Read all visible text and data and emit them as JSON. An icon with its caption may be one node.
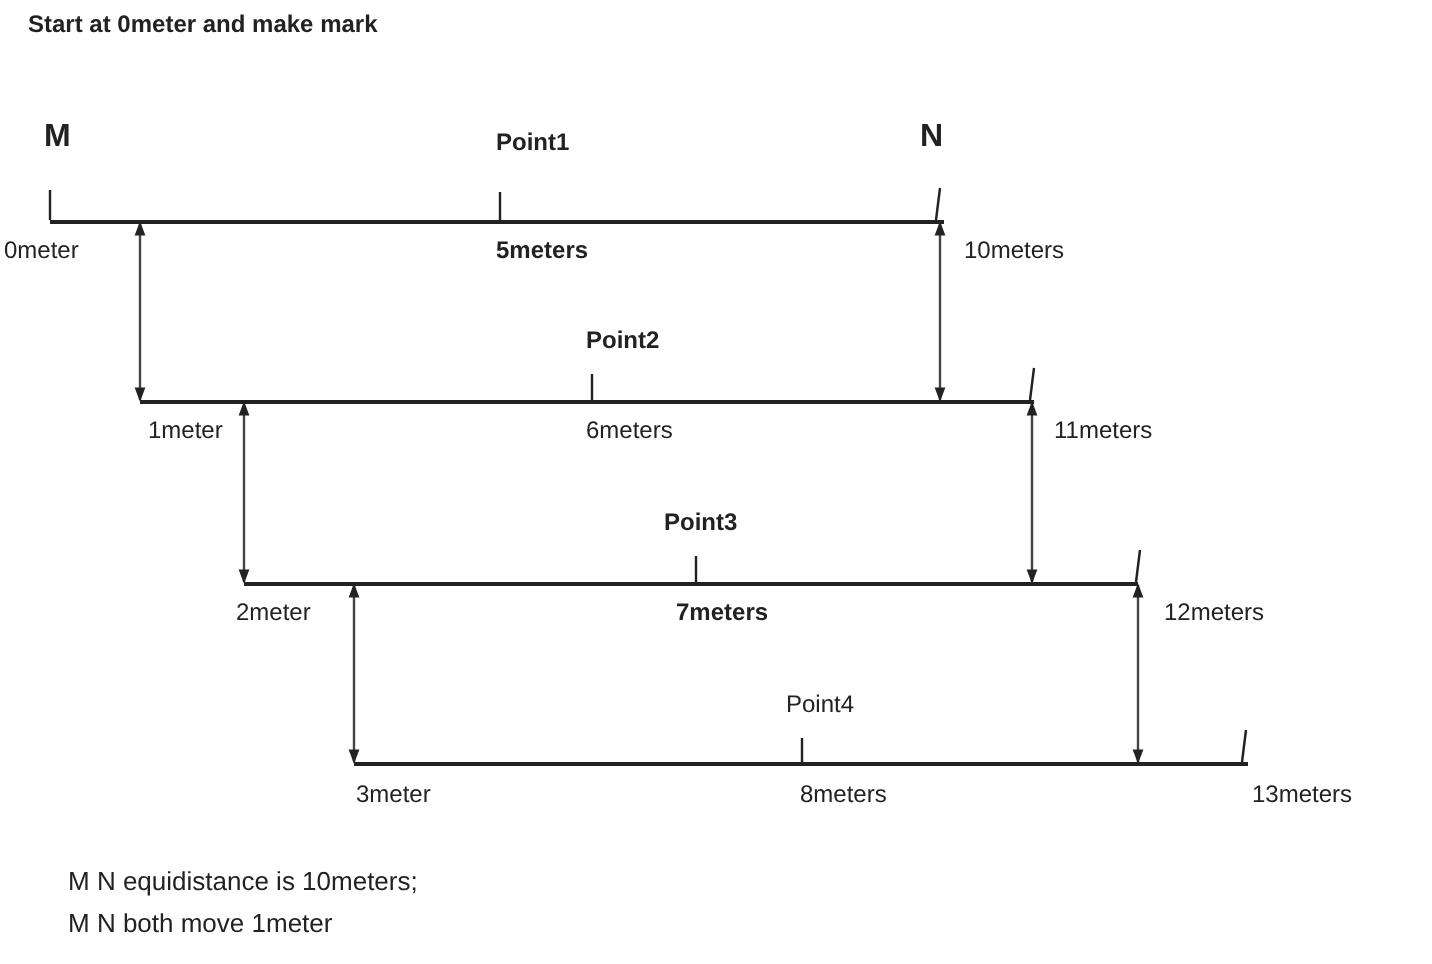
{
  "diagram": {
    "title": "Start at 0meter and make mark",
    "nodes": [
      {
        "text": [],
        "shape": "bar",
        "beside": [
          "Point1",
          "5meters"
        ]
      },
      {
        "text": [],
        "shape": "bar",
        "beside": [
          "Point2",
          "6meters"
        ]
      },
      {
        "text": [],
        "shape": "bar",
        "beside": [
          "Point3",
          "7meters"
        ]
      },
      {
        "text": [],
        "shape": "bar",
        "beside": [
          "Point4",
          "8meters"
        ]
      }
    ],
    "edges": [
      {
        "from": 0,
        "to": 1,
        "arrow": "both"
      },
      {
        "from": 0,
        "to": 1,
        "arrow": "both"
      },
      {
        "from": 1,
        "to": 2,
        "arrow": "both"
      },
      {
        "from": 1,
        "to": 2,
        "arrow": "both"
      },
      {
        "from": 2,
        "to": 3,
        "arrow": "both"
      },
      {
        "from": 2,
        "to": 3,
        "arrow": "both"
      }
    ],
    "labels": [
      "M",
      "N",
      "0meter",
      "10meters",
      "1meter",
      "11meters",
      "2meter",
      "12meters",
      "3meter",
      "13meters",
      "M N equidistance is 10meters;",
      "M N both move 1meter"
    ]
  }
}
